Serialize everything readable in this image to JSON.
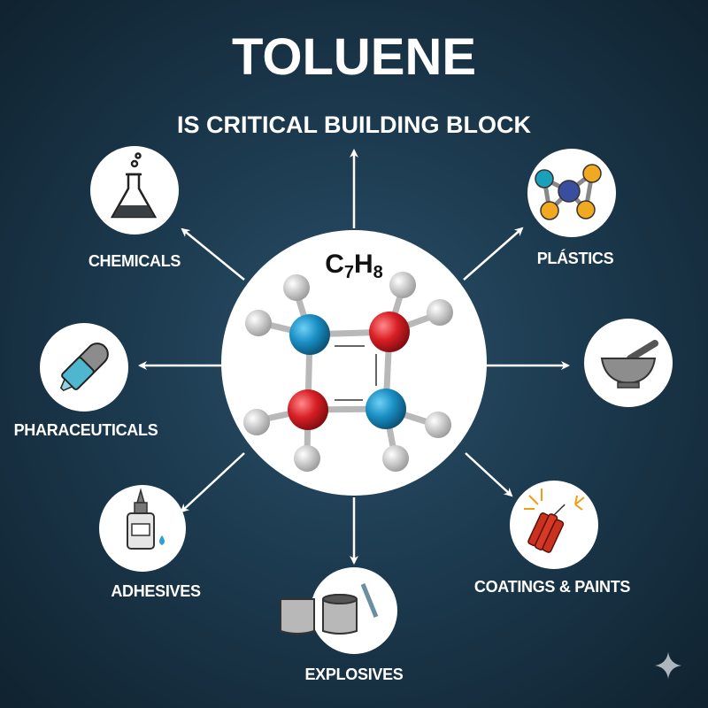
{
  "title": "TOLUENE",
  "subtitle": "IS CRITICAL BUILDING BLOCK",
  "formula": {
    "c": "C",
    "c_count": "7",
    "h": "H",
    "h_count": "8"
  },
  "applications": [
    {
      "label": "CHEMICALS",
      "icon": "flask-icon"
    },
    {
      "label": "PLÁSTICS",
      "icon": "molecule-icon"
    },
    {
      "label": "",
      "icon": "mortar-pestle-icon"
    },
    {
      "label": "PHARACEUTICALS",
      "icon": "capsule-icon"
    },
    {
      "label": "ADHESIVES",
      "icon": "glue-bottle-icon"
    },
    {
      "label": "EXPLOSIVES",
      "icon": "paint-can-icon"
    },
    {
      "label": "COATINGS & PAINTS",
      "icon": "dynamite-icon"
    }
  ],
  "colors": {
    "background": "#1c3a4f",
    "carbon_blue": "#1a8fc4",
    "carbon_red": "#d81f26",
    "hydrogen": "#c9c9c9"
  }
}
